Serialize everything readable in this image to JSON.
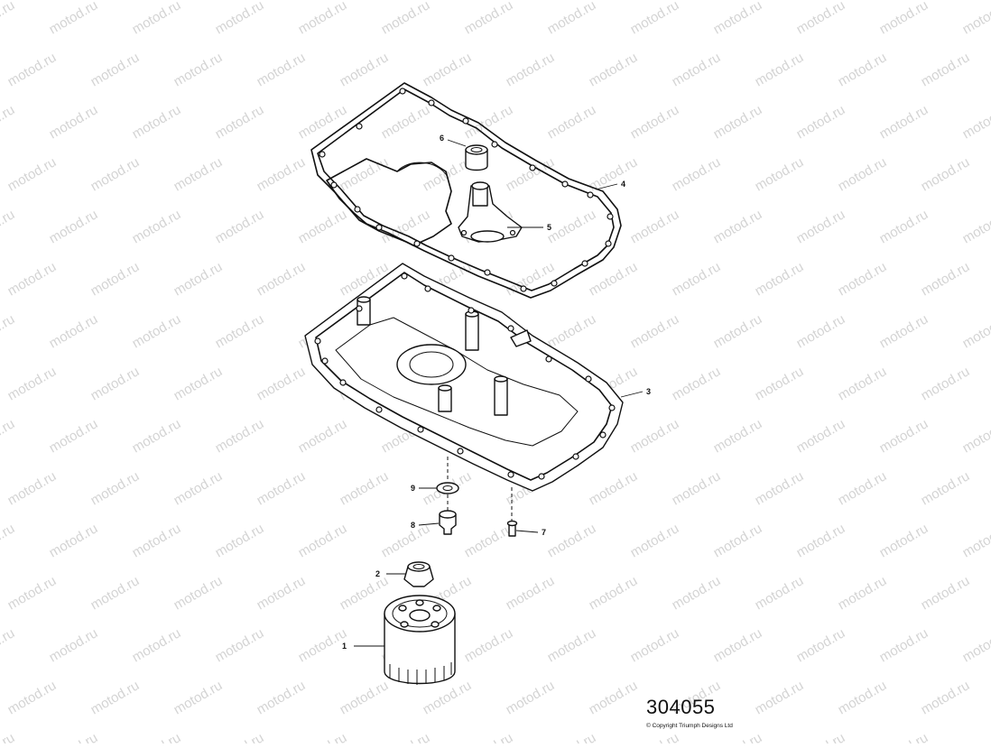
{
  "watermark": "motod.ru",
  "diagram": {
    "reference_number": "304055",
    "copyright": "© Copyright Triumph Designs Ltd"
  },
  "callouts": [
    {
      "id": "1",
      "label": "1"
    },
    {
      "id": "2",
      "label": "2"
    },
    {
      "id": "3",
      "label": "3"
    },
    {
      "id": "4",
      "label": "4"
    },
    {
      "id": "5",
      "label": "5"
    },
    {
      "id": "6",
      "label": "6"
    },
    {
      "id": "7",
      "label": "7"
    },
    {
      "id": "8",
      "label": "8"
    },
    {
      "id": "9",
      "label": "9"
    }
  ]
}
